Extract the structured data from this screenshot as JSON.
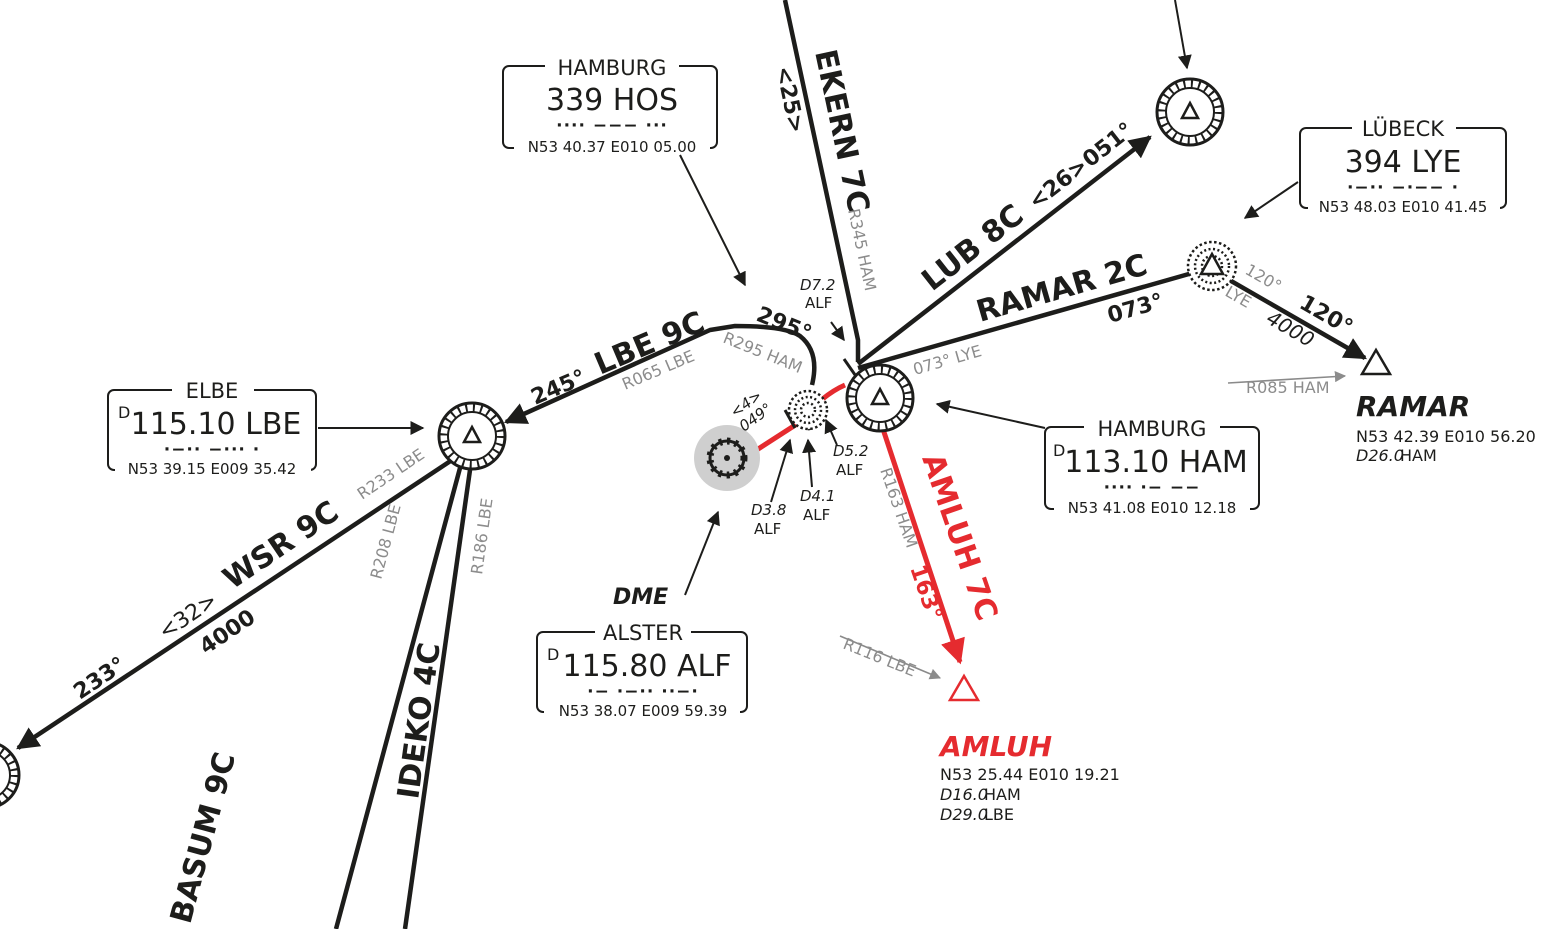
{
  "routes": {
    "ekern": {
      "name": "EKERN 7C",
      "mea": "<25>",
      "radial": "R345 HAM"
    },
    "lub": {
      "name": "LUB 8C",
      "mea": "<26>",
      "course": "051°"
    },
    "ramar": {
      "name": "RAMAR 2C",
      "course": "073°",
      "radial": "073° LYE",
      "leg_course": "120°",
      "leg_alt": "4000",
      "radial_out": "R085 HAM",
      "lye_radial": "120°",
      "lye_label": "LYE"
    },
    "lbe": {
      "name": "LBE 9C",
      "course_in": "245°",
      "course_turn": "295°",
      "radial_lbe": "R065 LBE",
      "radial_ham": "R295 HAM"
    },
    "wsr": {
      "name": "WSR 9C",
      "mea": "<32>",
      "alt": "4000",
      "course": "233°",
      "radial": "R233 LBE"
    },
    "basum": {
      "name": "BASUM 9C",
      "radial": "R208 LBE"
    },
    "ideko": {
      "name": "IDEKO 4C",
      "radial": "R186 LBE"
    },
    "amluh": {
      "name": "AMLUH 7C",
      "course": "163°",
      "radial": "R163 HAM",
      "radial_lbe": "R116 LBE"
    },
    "alf_leg": {
      "mea": "<4>",
      "course": "049°"
    }
  },
  "dme_fixes": {
    "d72": {
      "dist": "D7.2",
      "station": "ALF"
    },
    "d52": {
      "dist": "D5.2",
      "station": "ALF"
    },
    "d41": {
      "dist": "D4.1",
      "station": "ALF"
    },
    "d38": {
      "dist": "D3.8",
      "station": "ALF"
    }
  },
  "navaids": {
    "hos": {
      "name": "HAMBURG",
      "freq": "339 HOS",
      "morse": "···· −−− ···",
      "coords": "N53 40.37 E010 05.00"
    },
    "lye": {
      "name": "LÜBECK",
      "freq": "394 LYE",
      "morse": "·−·· −·−− ·",
      "coords": "N53 48.03 E010 41.45"
    },
    "lbe": {
      "name": "ELBE",
      "prefix": "D",
      "freq": "115.10 LBE",
      "morse": "·−·· −··· ·",
      "coords": "N53 39.15 E009 35.42"
    },
    "ham": {
      "name": "HAMBURG",
      "prefix": "D",
      "freq": "113.10 HAM",
      "morse": "···· ·− −−",
      "coords": "N53 41.08 E010 12.18"
    },
    "alf": {
      "name": "ALSTER",
      "prefix": "D",
      "freq": "115.80 ALF",
      "morse": "·− ·−·· ··−·",
      "coords": "N53 38.07 E009 59.39",
      "type_label": "DME"
    }
  },
  "fixes": {
    "ramar": {
      "name": "RAMAR",
      "coords": "N53 42.39 E010 56.20",
      "dist": "D26.0",
      "station": "HAM"
    },
    "amluh": {
      "name": "AMLUH",
      "coords": "N53 25.44 E010 19.21",
      "dist1": "D16.0",
      "station1": "HAM",
      "dist2": "D29.0",
      "station2": "LBE"
    }
  },
  "colors": {
    "ink": "#1d1d1b",
    "red": "#e52b2f",
    "grey": "#8c8c8c",
    "dme_disc": "#cfcfcf"
  },
  "icons": [
    "vor-dme-icon",
    "ndb-icon",
    "dme-icon",
    "waypoint-triangle-icon"
  ]
}
